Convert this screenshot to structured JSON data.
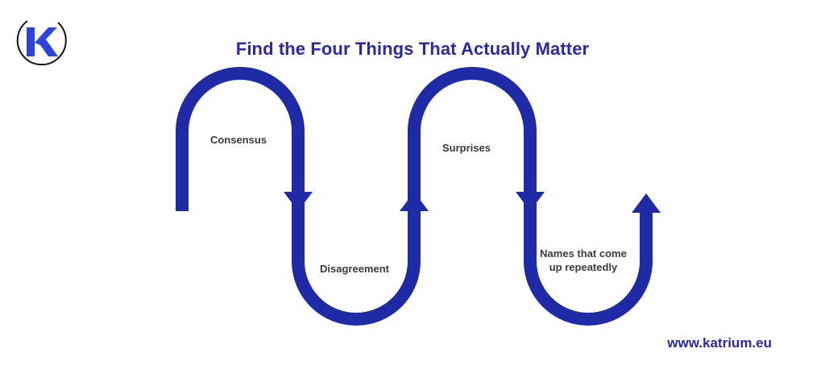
{
  "title": "Find the Four Things That Actually Matter",
  "logo": {
    "icon": "katrium-k-logo",
    "color": "#2b44e0"
  },
  "stages": [
    {
      "label": "Consensus"
    },
    {
      "label": "Disagreement"
    },
    {
      "label": "Surprises"
    },
    {
      "label": "Names that come up repeatedly"
    }
  ],
  "website": "www.katrium.eu",
  "colors": {
    "flow": "#1f2aa6",
    "title": "#2a2aa8",
    "label": "#3b3b3b"
  }
}
